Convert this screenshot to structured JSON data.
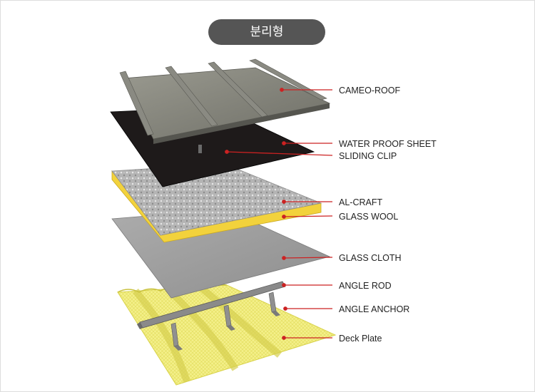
{
  "title": "분리형",
  "layers": [
    {
      "id": "cameo-roof",
      "label": "CAMEO-ROOF"
    },
    {
      "id": "water-proof-sheet",
      "label": "WATER PROOF SHEET"
    },
    {
      "id": "sliding-clip",
      "label": "SLIDING CLIP"
    },
    {
      "id": "al-craft",
      "label": "AL-CRAFT"
    },
    {
      "id": "glass-wool",
      "label": "GLASS WOOL"
    },
    {
      "id": "glass-cloth",
      "label": "GLASS CLOTH"
    },
    {
      "id": "angle-rod",
      "label": "ANGLE ROD"
    },
    {
      "id": "angle-anchor",
      "label": "ANGLE ANCHOR"
    },
    {
      "id": "deck-plate",
      "label": "Deck Plate"
    }
  ],
  "colors": {
    "leader": "#cc2222",
    "badge": "#555555",
    "insulation": "#f2d23c",
    "deck": "#f4f08a"
  }
}
